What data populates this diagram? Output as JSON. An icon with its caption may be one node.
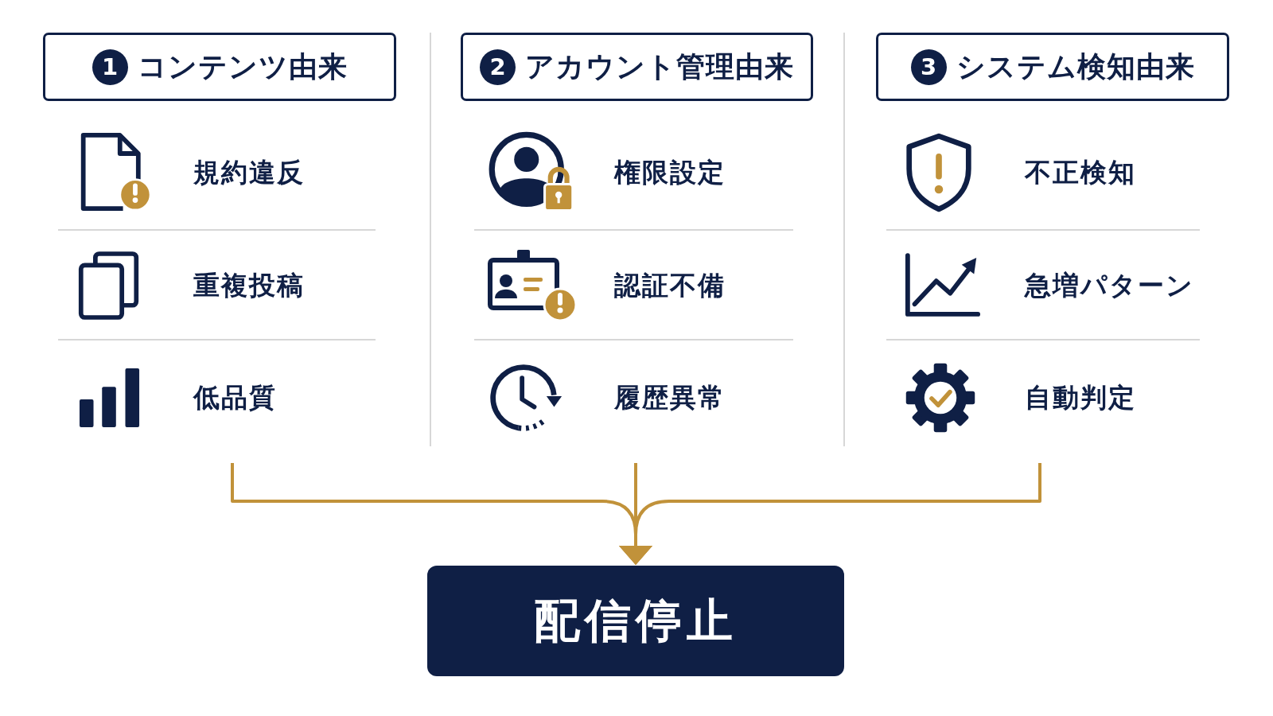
{
  "diagram": {
    "nodes": [
      {
        "text": [
          "1",
          "コンテンツ由来"
        ]
      },
      {
        "text": [
          "2",
          "アカウント管理由来"
        ]
      },
      {
        "text": [
          "3",
          "システム検知由来"
        ]
      },
      {
        "text": [
          "配信停止"
        ]
      }
    ],
    "edges": [
      {
        "from": null,
        "to": 3,
        "arrow": "to"
      },
      {
        "from": null,
        "to": 3,
        "arrow": "to"
      },
      {
        "from": null,
        "to": 3,
        "arrow": "to"
      }
    ],
    "labels": [
      "規約違反",
      "重複投稿",
      "低品質",
      "権限設定",
      "認証不備",
      "履歴異常",
      "不正検知",
      "急増パターン",
      "自動判定"
    ]
  }
}
